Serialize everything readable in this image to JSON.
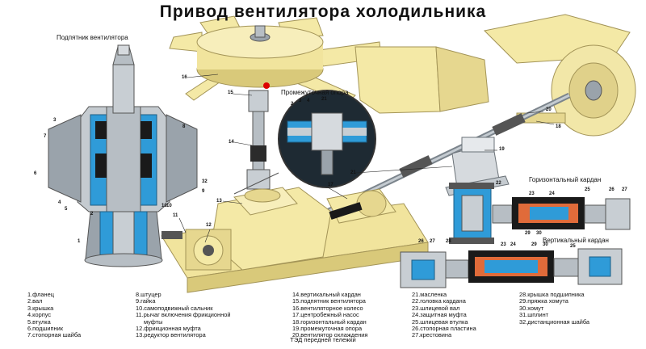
{
  "title": "Привод вентилятора холодильника",
  "labels": {
    "bearing": "Подпятник вентилятора",
    "intermediate": "Промежуточная опора",
    "horizontal": "Горизонтальный кардан",
    "vertical": "Вертикальный кардан"
  },
  "numbers": {
    "n16": "16",
    "n15": "15",
    "n14": "14",
    "n13": "13",
    "n12": "12",
    "n11": "11",
    "n10": "10",
    "n17": "17",
    "n18": "18",
    "n19": "19",
    "n20": "20",
    "n21": "21",
    "n22": "22",
    "b1": "1",
    "b2": "2",
    "b3": "3",
    "b4": "4",
    "b5": "5",
    "b6": "6",
    "b7": "7",
    "b8": "8",
    "b9": "9",
    "b10": "10",
    "b32": "32",
    "i2": "2",
    "i3": "3",
    "i4": "4",
    "i21": "21",
    "h23": "23",
    "h24": "24",
    "h25": "25",
    "h26": "26",
    "h27": "27",
    "h29": "29",
    "h30": "30",
    "v23": "23",
    "v24": "24",
    "v25": "25",
    "v26": "26",
    "v27": "27",
    "v28": "28",
    "v29": "29",
    "v30": "30"
  },
  "legend": {
    "col1": [
      "1.фланец",
      "2.вал",
      "3.крышка",
      "4.корпус",
      "5.втулка",
      "6.подшипник",
      "7.стопорная шайба"
    ],
    "col2": [
      "8.штуцер",
      "9.гайка",
      "10.самоподвижный сальник",
      "11.рычаг включения фрикционной",
      "муфты",
      "12.фрикционная муфта",
      "13.редуктор вентилятора"
    ],
    "col3": [
      "14.вертикальный кардан",
      "15.подпятник вентилятора",
      "16.вентиляторное колесо",
      "17.центробежный насос",
      "18.горизонтальный кардан",
      "19.промежуточная опора",
      "20.вентилятор охлаждения"
    ],
    "col4": [
      "21.масленка",
      "22.головка кардана",
      "23.шлицевой вал",
      "24.защитная муфта",
      "25.шлицевая втулка",
      "26.стопорная пластина",
      "27.крестовина"
    ],
    "col5": [
      "28.крышка подшипника",
      "29.пряжка хомута",
      "30.хомут",
      "31.шплинт",
      "32.дистанционная шайба"
    ]
  },
  "footer": "ТЭД  передней тележки",
  "colors": {
    "part": "#f4e9a6",
    "partDark": "#d9c97a",
    "section": "#2f9bd8",
    "steel": "#9aa3ab",
    "dark": "#1a1a1a"
  }
}
